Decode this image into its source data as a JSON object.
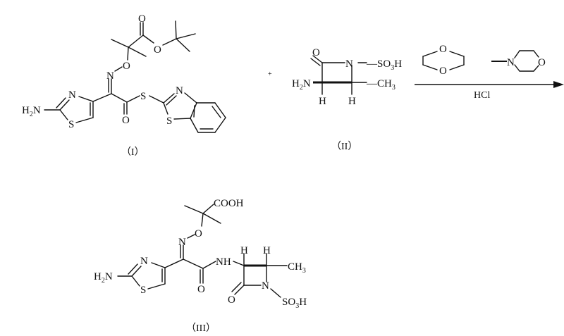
{
  "diagram": {
    "type": "chemical-reaction-scheme",
    "reactant_I": {
      "label": "（I）",
      "atoms": {
        "amine": "H",
        "amine_sub": "2",
        "amine_n": "N",
        "thiazole_n": "N",
        "thiazole_s": "S",
        "oxime_n": "N",
        "oxime_o": "O",
        "ester_o1": "O",
        "ester_o2": "O",
        "thioester_s": "S",
        "thioester_o": "O",
        "btz_n": "N",
        "btz_s": "S"
      }
    },
    "plus_sign": "+",
    "reactant_II": {
      "label": "（II）",
      "atoms": {
        "carbonyl_o": "O",
        "ring_n": "N",
        "sulfo": "—SO",
        "sulfo_sub": "3",
        "sulfo_h": "H",
        "amine": "H",
        "amine_sub": "2",
        "amine_n": "N",
        "methyl": "—CH",
        "methyl_sub": "3",
        "h1": "H",
        "h2": "H"
      }
    },
    "reagents": {
      "dioxane_o1": "O",
      "dioxane_o2": "O",
      "nmm_n": "N",
      "nmm_o": "O",
      "below_arrow": "HCl"
    },
    "product_III": {
      "label": "（III）",
      "atoms": {
        "cooh": "COOH",
        "oxime_o": "O",
        "oxime_n": "N",
        "thiazole_n": "N",
        "thiazole_s": "S",
        "amine": "H",
        "amine_sub": "2",
        "amine_n": "N",
        "amide_nh": "NH",
        "amide_o": "O",
        "h1": "H",
        "h2": "H",
        "methyl": "CH",
        "methyl_sub": "3",
        "lactam_o": "O",
        "ring_n": "N",
        "sulfo": "SO",
        "sulfo_sub": "3",
        "sulfo_h": "H"
      }
    }
  }
}
